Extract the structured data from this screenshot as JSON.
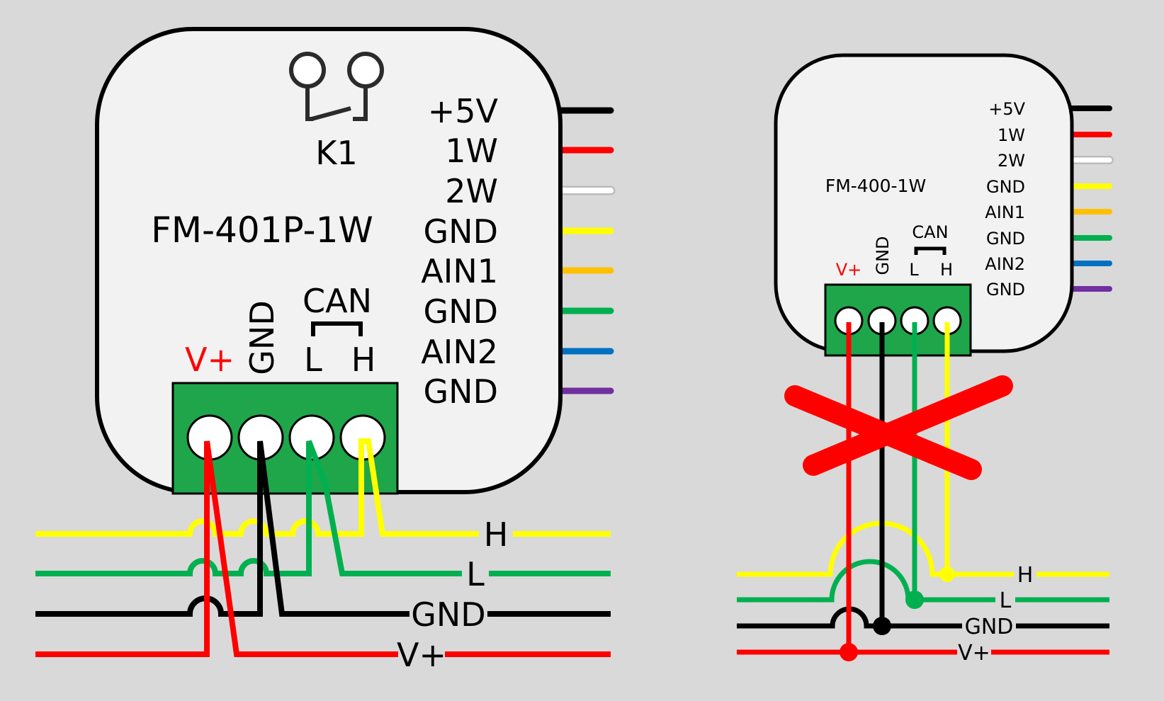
{
  "colors": {
    "background": "#d9d9d9",
    "body_fill": "#f2f2f2",
    "terminal_green": "#1fa64a",
    "wire_plus5v": "#000000",
    "wire_1w": "#ff0000",
    "wire_2w": "#ffffff",
    "wire_gnd_yellow": "#ffff00",
    "wire_ain1": "#ffc000",
    "wire_gnd_green": "#00b050",
    "wire_ain2": "#0070c0",
    "wire_gnd_purple": "#7030a0",
    "bus_h": "#ffff00",
    "bus_l": "#00b050",
    "bus_gnd": "#000000",
    "bus_vplus": "#ff0000",
    "cross": "#ff0000"
  },
  "left_device": {
    "model": "FM-401P-1W",
    "relay_label": "K1",
    "relay_icon": "relay-contact-icon",
    "pins": [
      {
        "label": "+5V",
        "color": "#000000"
      },
      {
        "label": "1W",
        "color": "#ff0000"
      },
      {
        "label": "2W",
        "color": "#ffffff"
      },
      {
        "label": "GND",
        "color": "#ffff00"
      },
      {
        "label": "AIN1",
        "color": "#ffc000"
      },
      {
        "label": "GND",
        "color": "#00b050"
      },
      {
        "label": "AIN2",
        "color": "#0070c0"
      },
      {
        "label": "GND",
        "color": "#7030a0"
      }
    ],
    "terminal": {
      "vplus_label": "V+",
      "gnd_label": "GND",
      "can_label": "CAN",
      "l_label": "L",
      "h_label": "H"
    },
    "bus": {
      "h_label": "H",
      "l_label": "L",
      "gnd_label": "GND",
      "vplus_label": "V+"
    }
  },
  "right_device": {
    "model": "FM-400-1W",
    "pins": [
      {
        "label": "+5V",
        "color": "#000000"
      },
      {
        "label": "1W",
        "color": "#ff0000"
      },
      {
        "label": "2W",
        "color": "#ffffff"
      },
      {
        "label": "GND",
        "color": "#ffff00"
      },
      {
        "label": "AIN1",
        "color": "#ffc000"
      },
      {
        "label": "GND",
        "color": "#00b050"
      },
      {
        "label": "AIN2",
        "color": "#0070c0"
      },
      {
        "label": "GND",
        "color": "#7030a0"
      }
    ],
    "terminal": {
      "vplus_label": "V+",
      "gnd_label": "GND",
      "can_label": "CAN",
      "l_label": "L",
      "h_label": "H"
    },
    "bus": {
      "h_label": "H",
      "l_label": "L",
      "gnd_label": "GND",
      "vplus_label": "V+"
    },
    "cross_icon": "red-cross-icon"
  }
}
